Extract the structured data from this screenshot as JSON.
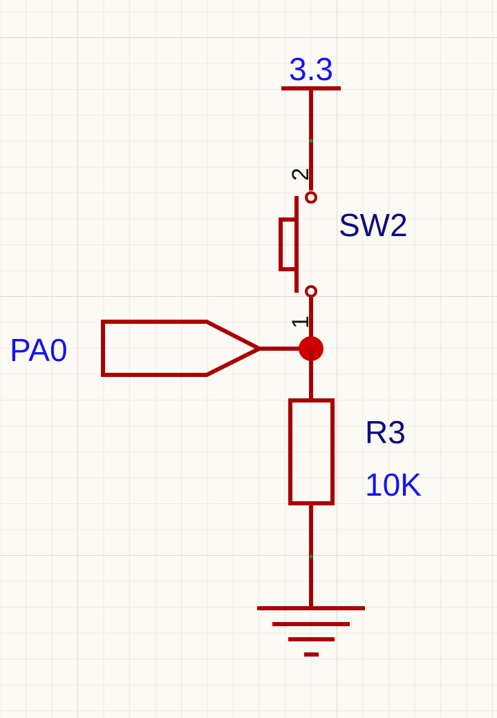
{
  "power_port": {
    "label": "3.3"
  },
  "switch": {
    "designator": "SW2",
    "pin_top": "2",
    "pin_bottom": "1"
  },
  "net_port": {
    "label": "PA0"
  },
  "resistor": {
    "designator": "R3",
    "value": "10K"
  },
  "ground": {
    "symbol": "ground-icon"
  },
  "colors": {
    "background": "#FCFAF5",
    "grid_minor": "#ECEAE2",
    "grid_major": "#DCD9D0",
    "wire": "#A80000",
    "junction": "#D00000",
    "net_label": "#1414F0",
    "designator": "#0A0A80",
    "pin_number": "#111111"
  }
}
